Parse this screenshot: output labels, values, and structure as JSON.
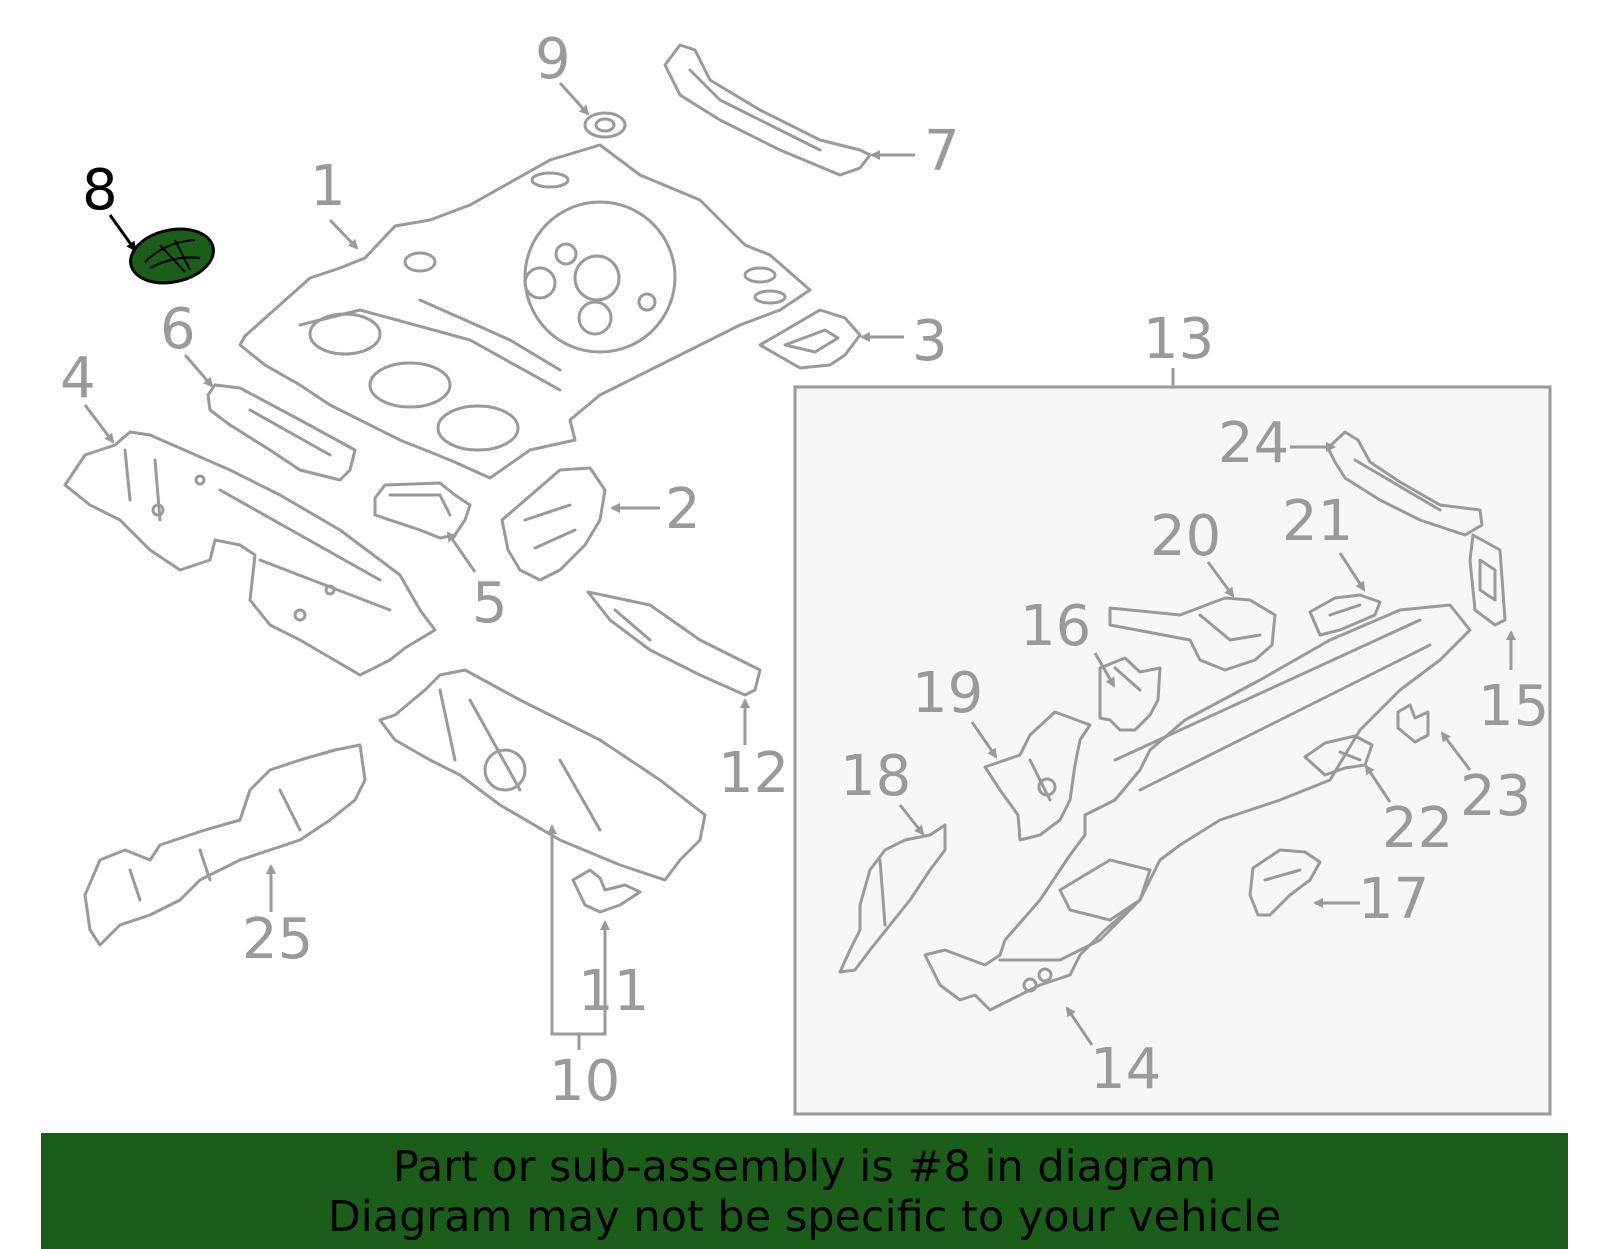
{
  "diagram": {
    "highlight_color": "#1a5e1a",
    "highlighted_part": "8",
    "callouts": [
      {
        "id": "c1",
        "label": "1"
      },
      {
        "id": "c2",
        "label": "2"
      },
      {
        "id": "c3",
        "label": "3"
      },
      {
        "id": "c4",
        "label": "4"
      },
      {
        "id": "c5",
        "label": "5"
      },
      {
        "id": "c6",
        "label": "6"
      },
      {
        "id": "c7",
        "label": "7"
      },
      {
        "id": "c8",
        "label": "8"
      },
      {
        "id": "c9",
        "label": "9"
      },
      {
        "id": "c10",
        "label": "10"
      },
      {
        "id": "c11",
        "label": "11"
      },
      {
        "id": "c12",
        "label": "12"
      },
      {
        "id": "c13",
        "label": "13"
      },
      {
        "id": "c14",
        "label": "14"
      },
      {
        "id": "c15",
        "label": "15"
      },
      {
        "id": "c16",
        "label": "16"
      },
      {
        "id": "c17",
        "label": "17"
      },
      {
        "id": "c18",
        "label": "18"
      },
      {
        "id": "c19",
        "label": "19"
      },
      {
        "id": "c20",
        "label": "20"
      },
      {
        "id": "c21",
        "label": "21"
      },
      {
        "id": "c22",
        "label": "22"
      },
      {
        "id": "c23",
        "label": "23"
      },
      {
        "id": "c24",
        "label": "24"
      },
      {
        "id": "c25",
        "label": "25"
      }
    ]
  },
  "banner": {
    "line1": "Part or sub-assembly is #8 in diagram",
    "line2": "Diagram may not be specific to your vehicle",
    "background": "#1a5e1a"
  }
}
